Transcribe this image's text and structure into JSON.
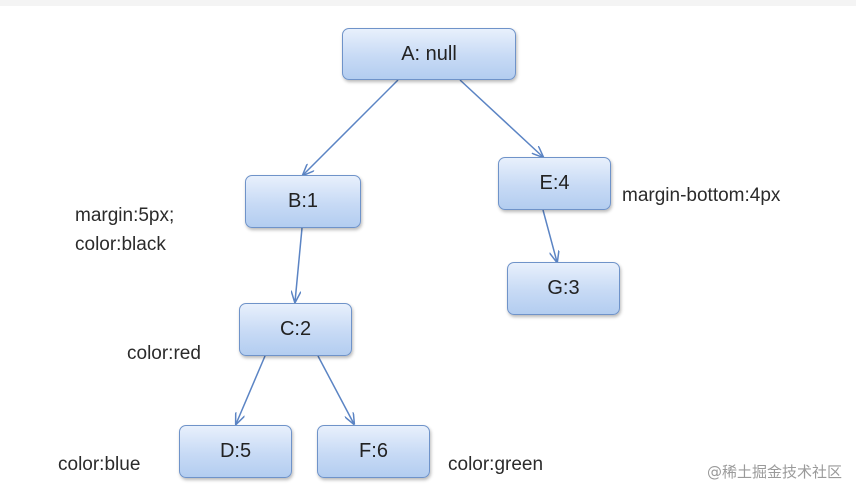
{
  "nodes": {
    "a": "A: null",
    "b": "B:1",
    "c": "C:2",
    "d": "D:5",
    "e": "E:4",
    "f": "F:6",
    "g": "G:3"
  },
  "annotations": {
    "b_line1": "margin:5px;",
    "b_line2": "color:black",
    "c": "color:red",
    "d": "color:blue",
    "e": "margin-bottom:4px",
    "f": "color:green"
  },
  "watermark": "@稀土掘金技术社区",
  "colors": {
    "edge": "#5b84c4",
    "node_border": "#6f93c9",
    "node_fill": "#c7daf5"
  }
}
